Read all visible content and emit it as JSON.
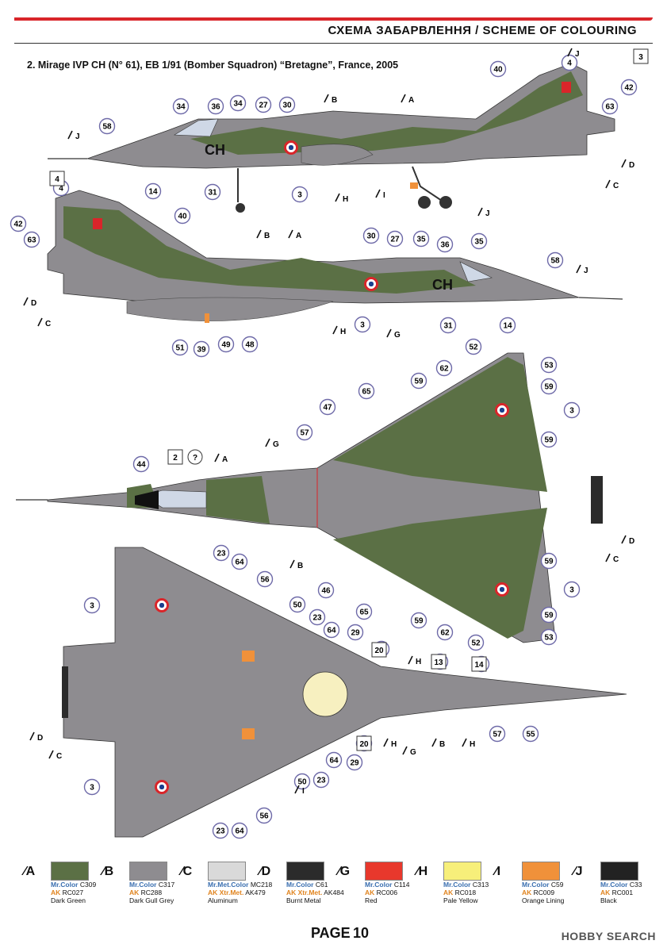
{
  "header": {
    "title": "СХЕМА ЗАБАРВЛЕННЯ / SCHEME OF COLOURING"
  },
  "subtitle": "2. Mirage IVP CH (N° 61), EB 1/91 (Bomber Squadron) “Bretagne”, France, 2005",
  "code": "CH",
  "colors": {
    "green": "#5b7045",
    "grey": "#8e8c90",
    "red": "#d9252a"
  },
  "numbered_callouts": [
    "58",
    "14",
    "34",
    "36",
    "34",
    "27",
    "30",
    "31",
    "3",
    "40",
    "4",
    "42",
    "63",
    "4",
    "42",
    "63",
    "40",
    "30",
    "27",
    "35",
    "36",
    "35",
    "58",
    "3",
    "31",
    "14",
    "51",
    "39",
    "49",
    "48",
    "44",
    "57",
    "47",
    "65",
    "59",
    "62",
    "52",
    "53",
    "59",
    "3",
    "59",
    "46",
    "65",
    "59",
    "62",
    "52",
    "53",
    "59",
    "3",
    "59",
    "23",
    "64",
    "56",
    "50",
    "23",
    "64",
    "29",
    "3",
    "20",
    "13",
    "14",
    "57",
    "55",
    "20",
    "29",
    "64",
    "23",
    "50",
    "56",
    "3",
    "23",
    "64"
  ],
  "boxed_callouts": [
    "3",
    "4",
    "2",
    "20",
    "13",
    "14",
    "20"
  ],
  "question_mark": "?",
  "letter_callouts": [
    "B",
    "A",
    "J",
    "J",
    "D",
    "C",
    "H",
    "I",
    "J",
    "B",
    "A",
    "J",
    "D",
    "C",
    "G",
    "H",
    "G",
    "A",
    "B",
    "D",
    "C",
    "H",
    "H",
    "G",
    "B",
    "H",
    "I",
    "D",
    "C"
  ],
  "legend": [
    {
      "letter": "A",
      "color": "#5b7045",
      "l1a": "Mr.Color",
      "l1b": " C309",
      "l2a": "AK",
      "l2b": " RC027",
      "name": "Dark Green"
    },
    {
      "letter": "B",
      "color": "#8e8c90",
      "l1a": "Mr.Color",
      "l1b": " C317",
      "l2a": "AK",
      "l2b": " RC288",
      "name": "Dark Gull Grey"
    },
    {
      "letter": "C",
      "color": "#d9d9d9",
      "l1a": "Mr.Met.Color",
      "l1b": " MC218",
      "l2a": "AK Xtr.Met.",
      "l2b": " AK479",
      "name": "Aluminum"
    },
    {
      "letter": "D",
      "color": "#2b2b2b",
      "l1a": "Mr.Color",
      "l1b": " C61",
      "l2a": "AK Xtr.Met.",
      "l2b": " AK484",
      "name": "Burnt Metal"
    },
    {
      "letter": "G",
      "color": "#e8382c",
      "l1a": "Mr.Color",
      "l1b": " C114",
      "l2a": "AK",
      "l2b": " RC006",
      "name": "Red"
    },
    {
      "letter": "H",
      "color": "#f7ef7a",
      "l1a": "Mr.Color",
      "l1b": " C313",
      "l2a": "AK",
      "l2b": " RC018",
      "name": "Pale Yellow"
    },
    {
      "letter": "I",
      "color": "#f0913a",
      "l1a": "Mr.Color",
      "l1b": " C59",
      "l2a": "AK",
      "l2b": " RC009",
      "name": "Orange Lining"
    },
    {
      "letter": "J",
      "color": "#222222",
      "l1a": "Mr.Color",
      "l1b": " C33",
      "l2a": "AK",
      "l2b": " RC001",
      "name": "Black"
    }
  ],
  "footer": {
    "page_label": "PAGE",
    "page_num": "10"
  },
  "watermark": "HOBBY SEARCH"
}
